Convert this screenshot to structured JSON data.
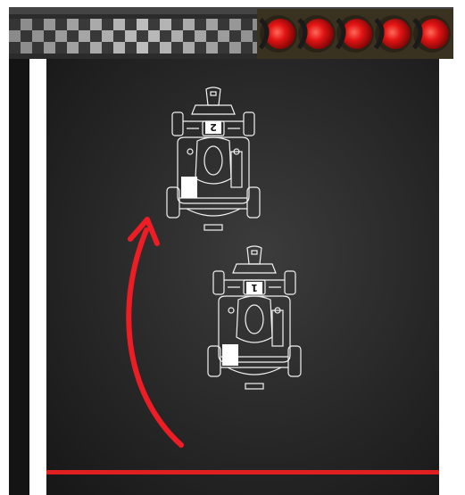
{
  "scene": {
    "karts": [
      {
        "number": "2"
      },
      {
        "number": "1"
      }
    ],
    "start_lights": {
      "count": 5,
      "state": "red"
    }
  },
  "colors": {
    "track": "#202020",
    "track_center": "#3a3a3a",
    "border_white": "#ffffff",
    "border_dark": "#141414",
    "line_red": "#e02020",
    "arrow_red": "#ee1c24",
    "checker_dark": "#3b3b3b",
    "checker_light": "#bdbdbd",
    "light_red": "#e31414",
    "kart_outline": "#f2f2f2"
  }
}
